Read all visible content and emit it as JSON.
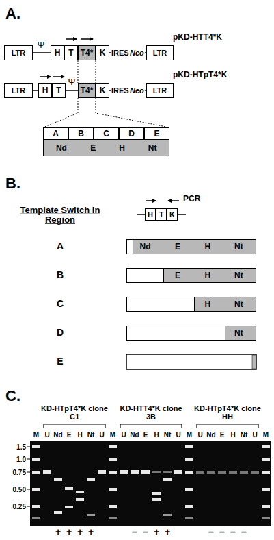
{
  "diagram": {
    "nodes": [
      {
        "text": [
          "LTR"
        ]
      },
      {
        "text": [
          "H"
        ]
      },
      {
        "text": [
          "T"
        ]
      },
      {
        "text": [
          "T4*"
        ]
      },
      {
        "text": [
          "K"
        ]
      },
      {
        "text": [
          "LTR"
        ]
      },
      {
        "text": [
          "LTR"
        ]
      },
      {
        "text": [
          "H"
        ]
      },
      {
        "text": [
          "T"
        ]
      },
      {
        "text": [
          "T4*"
        ]
      },
      {
        "text": [
          "K"
        ]
      },
      {
        "text": [
          "LTR"
        ]
      },
      {
        "text": [
          "A"
        ]
      },
      {
        "text": [
          "B"
        ]
      },
      {
        "text": [
          "C"
        ]
      },
      {
        "text": [
          "D"
        ]
      },
      {
        "text": [
          "E"
        ]
      },
      {
        "text": [
          "Nd",
          "E",
          "H",
          "Nt"
        ]
      },
      {
        "text": [
          "H"
        ]
      },
      {
        "text": [
          "T"
        ]
      },
      {
        "text": [
          "K"
        ]
      },
      {
        "text": [
          "Nd",
          "E",
          "H",
          "Nt"
        ]
      },
      {
        "text": [
          "E",
          "H",
          "Nt"
        ]
      },
      {
        "text": [
          "H",
          "Nt"
        ]
      },
      {
        "text": [
          "Nt"
        ]
      }
    ],
    "labels": [
      "A.",
      "pKD-HTT4*K",
      "Ψ",
      "IRES",
      "Neo",
      "pKD-HTpT4*K",
      "Ψ",
      "IRES",
      "Neo",
      "B.",
      "Template Switch in Region",
      "PCR",
      "A",
      "B",
      "C",
      "D",
      "E",
      "C.",
      "KD-HTpT4*K clone C1",
      "KD-HTT4*K clone 3B",
      "KD-HTpT4*K clone HH",
      "1.5",
      "1.0",
      "0.75",
      "0.50",
      "0.25",
      "M",
      "U",
      "Nd",
      "E",
      "H",
      "Nt",
      "U",
      "M",
      "U",
      "Nd",
      "E",
      "H",
      "Nt",
      "U",
      "M",
      "U",
      "Nd",
      "E",
      "H",
      "Nt",
      "U",
      "M",
      "+",
      "+",
      "+",
      "+",
      "–",
      "–",
      "+",
      "+",
      "–",
      "–",
      "–",
      "–"
    ]
  }
}
